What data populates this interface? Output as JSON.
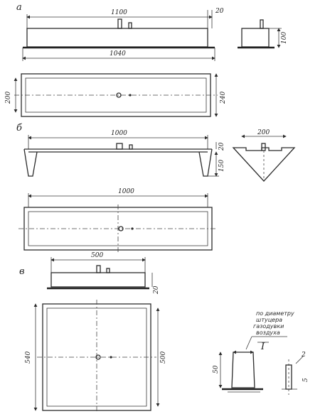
{
  "sections": {
    "a": "а",
    "b": "б",
    "v": "в"
  },
  "dimensions": {
    "a_top_length": "1100",
    "a_top_offset": "20",
    "a_total_length": "1040",
    "a_side_height": "100",
    "a_plan_width_left": "200",
    "a_plan_width_right": "240",
    "b_top_length": "1000",
    "b_height_20": "20",
    "b_height_150": "150",
    "b_side_width": "200",
    "b_plan_length": "1000",
    "v_top_width": "500",
    "v_top_offset": "20",
    "v_plan_outer": "540",
    "v_plan_inner": "500",
    "v_detail_height": "50",
    "v_detail_small": "5",
    "v_detail_small2": "2"
  },
  "notes": {
    "detail_note_line1": "по диаметру",
    "detail_note_line2": "штуцера",
    "detail_note_line3": "газодувки",
    "detail_note_line4": "воздуха",
    "detail_section_mark": "I"
  }
}
